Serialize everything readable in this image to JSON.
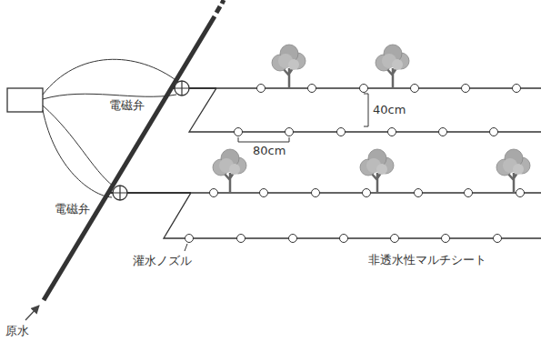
{
  "diagram": {
    "labels": [
      "電磁弁",
      "電磁弁",
      "40cm",
      "80cm",
      "灌水ノズル",
      "非透水性マルチシート",
      "原水"
    ]
  }
}
